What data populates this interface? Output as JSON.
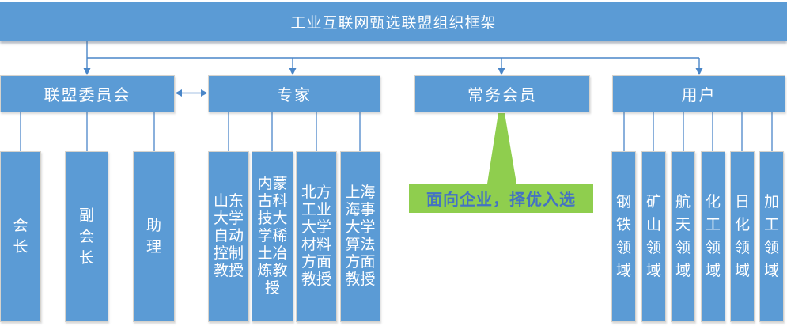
{
  "title": "工业互联网甄选联盟组织框架",
  "colors": {
    "box_blue": "#5B9BD5",
    "connector_blue": "#4A86C8",
    "callout_green": "#8FCE4E",
    "callout_text_blue": "#4472C4",
    "box_text_white": "#FFFFFF",
    "box_border_gray": "#D6D3CD"
  },
  "groups": {
    "committee": {
      "label": "联盟委员会",
      "children": [
        {
          "label": "会长",
          "display": "会\n长"
        },
        {
          "label": "副会长",
          "display": "副\n会\n长"
        },
        {
          "label": "助理",
          "display": "助\n理"
        }
      ]
    },
    "experts": {
      "label": "专家",
      "children": [
        {
          "label": "山东大学自动控制教授",
          "display": "山东\n大学\n自动\n控制\n教授"
        },
        {
          "label": "内蒙古科技大学稀土冶炼教授",
          "display": "内蒙\n古科\n技大\n学稀\n土冶\n炼教\n授"
        },
        {
          "label": "北方工业大学材料方面教授",
          "display": "北方\n工业\n大学\n材料\n方面\n教授"
        },
        {
          "label": "上海海事大学算法方面教授",
          "display": "上海\n海事\n大学\n算法\n方面\n教授"
        }
      ]
    },
    "standing_members": {
      "label": "常务会员",
      "callout_label": "面向企业，择优入选"
    },
    "users": {
      "label": "用户",
      "children": [
        {
          "label": "钢铁领域",
          "display": "钢\n铁\n领\n域"
        },
        {
          "label": "矿山领域",
          "display": "矿\n山\n领\n域"
        },
        {
          "label": "航天领域",
          "display": "航\n天\n领\n域"
        },
        {
          "label": "化工领域",
          "display": "化\n工\n领\n域"
        },
        {
          "label": "日化领域",
          "display": "日\n化\n领\n域"
        },
        {
          "label": "加工领域",
          "display": "加\n工\n领\n域"
        }
      ]
    }
  }
}
